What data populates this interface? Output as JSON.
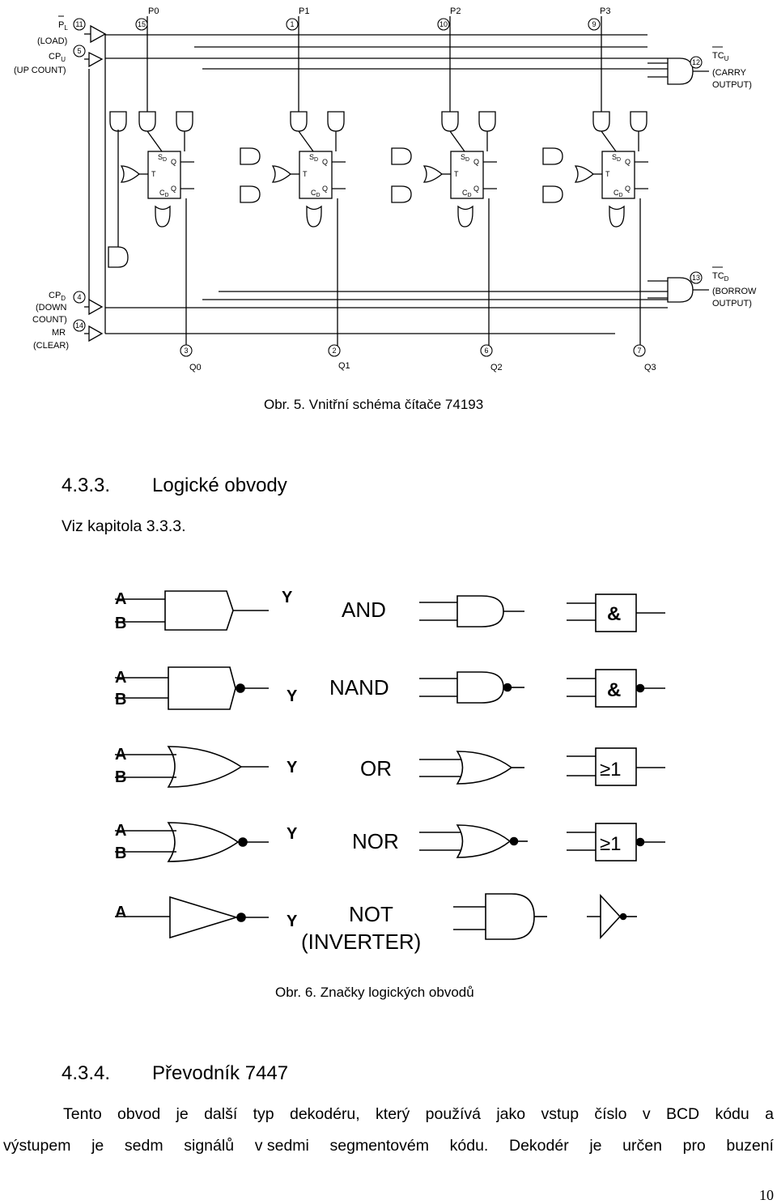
{
  "figure1": {
    "caption": "Obr. 5. Vnitřní schéma čítače 74193",
    "inputs": {
      "pl": "P",
      "pl_sub": "L",
      "load": "(LOAD)",
      "cpu": "CP",
      "cpu_sub": "U",
      "up_count": "(UP COUNT)",
      "cpd": "CP",
      "cpd_sub": "D",
      "down": "(DOWN",
      "count": "COUNT)",
      "mr": "MR",
      "clear": "(CLEAR)"
    },
    "pins": [
      "11",
      "5",
      "15",
      "1",
      "10",
      "9",
      "12",
      "4",
      "14",
      "13",
      "3",
      "2",
      "6",
      "7"
    ],
    "parallel_inputs": [
      "P0",
      "P1",
      "P2",
      "P3"
    ],
    "outputs": [
      "Q0",
      "Q1",
      "Q2",
      "Q3"
    ],
    "tcu": {
      "name": "TC",
      "sub": "U",
      "line1": "(CARRY",
      "line2": "OUTPUT)"
    },
    "tcd": {
      "name": "TC",
      "sub": "D",
      "line1": "(BORROW",
      "line2": "OUTPUT)"
    },
    "flipflop": {
      "sd": "S",
      "sd_sub": "D",
      "t": "T",
      "q": "Q",
      "cd": "C",
      "cd_sub": "D"
    }
  },
  "section1": {
    "number": "4.3.3.",
    "title": "Logické obvody",
    "text": "Viz kapitola 3.3.3."
  },
  "figure2": {
    "caption": "Obr. 6. Značky logických obvodů",
    "input_a": "A",
    "input_b": "B",
    "output_y": "Y",
    "gates": [
      "AND",
      "NAND",
      "OR",
      "NOR",
      "NOT"
    ],
    "not_sub": "(INVERTER)",
    "iec_and": "&",
    "iec_or": "≥1"
  },
  "section2": {
    "number": "4.3.4.",
    "title": "Převodník 7447",
    "line1": [
      "Tento",
      "obvod",
      "je",
      "další",
      "typ",
      "dekodéru,",
      "který",
      "používá",
      "jako",
      "vstup",
      "číslo",
      "v",
      "BCD",
      "kódu",
      "a"
    ],
    "line2": [
      "výstupem",
      "je",
      "sedm",
      "signálů",
      "v sedmi",
      "segmentovém",
      "kódu.",
      "Dekodér",
      "je",
      "určen",
      "pro",
      "buzení"
    ]
  },
  "page_number": "10"
}
